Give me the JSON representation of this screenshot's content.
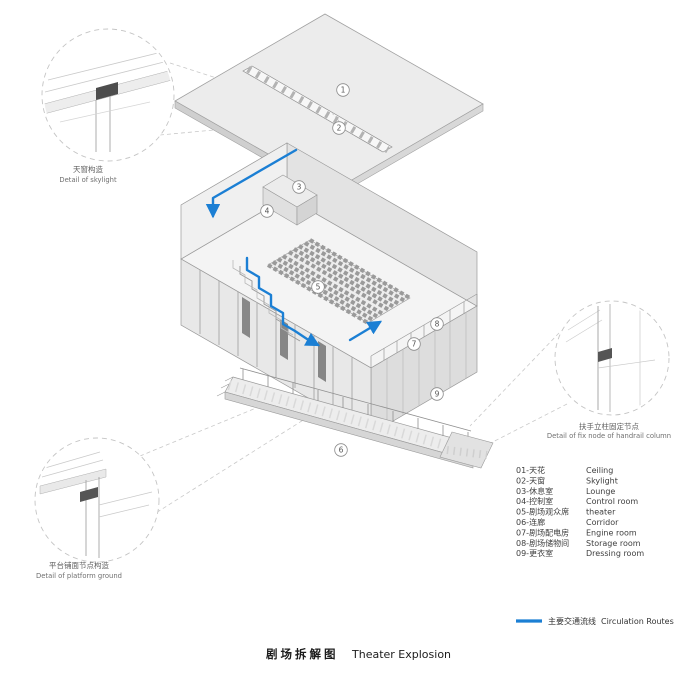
{
  "title": {
    "cn": "剧场拆解图",
    "en": "Theater Explosion"
  },
  "details": {
    "skylight": {
      "cn": "天窗构造",
      "en": "Detail of skylight"
    },
    "handrail": {
      "cn": "扶手立柱固定节点",
      "en": "Detail of fix node of handrail column"
    },
    "platform": {
      "cn": "平台铺面节点构造",
      "en": "Detail of platform ground"
    }
  },
  "legend": {
    "items": [
      {
        "code": "01-天花",
        "en": "Ceiling"
      },
      {
        "code": "02-天窗",
        "en": "Skylight"
      },
      {
        "code": "03-休息室",
        "en": "Lounge"
      },
      {
        "code": "04-控制室",
        "en": "Control room"
      },
      {
        "code": "05-剧场观众席",
        "en": "theater"
      },
      {
        "code": "06-连廊",
        "en": "Corridor"
      },
      {
        "code": "07-剧场配电房",
        "en": "Engine room"
      },
      {
        "code": "08-剧场储物间",
        "en": "Storage room"
      },
      {
        "code": "09-更衣室",
        "en": "Dressing room"
      }
    ]
  },
  "circulation": {
    "cn": "主要交通流线",
    "en": "Circulation Routes",
    "color": "#1b7fd4"
  },
  "markers": [
    "1",
    "2",
    "3",
    "4",
    "5",
    "6",
    "7",
    "8",
    "9"
  ]
}
